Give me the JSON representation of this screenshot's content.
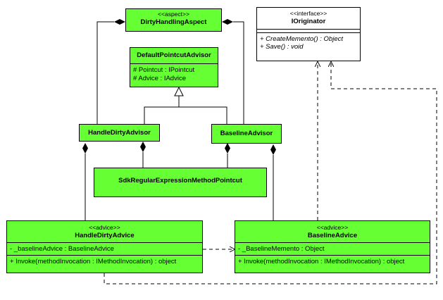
{
  "aspect": {
    "stereotype": "<<aspect>>",
    "name": "DirtyHandlingAspect"
  },
  "ioriginator": {
    "stereotype": "<<interface>>",
    "name": "IOriginator",
    "ops": [
      "+ CreateMemento() : Object",
      "+ Save() : void"
    ]
  },
  "default_advisor": {
    "name": "DefaultPointcutAdvisor",
    "attrs": [
      "# Pointcut : IPointcut",
      "# Advice : IAdvice"
    ]
  },
  "handle_dirty_advisor": {
    "name": "HandleDirtyAdvisor"
  },
  "baseline_advisor": {
    "name": "BaselineAdvisor"
  },
  "pointcut": {
    "name": "SdkRegularExpressionMethodPointcut"
  },
  "handle_dirty_advice": {
    "stereotype": "<<advice>>",
    "name": "HandleDirtyAdvice",
    "attrs": [
      "- _baselineAdvice : BaselineAdvice"
    ],
    "ops": [
      "+ Invoke(methodInvocation : IMethodInvocation) : object"
    ]
  },
  "baseline_advice": {
    "stereotype": "<<advice>>",
    "name": "BaselineAdvice",
    "attrs": [
      "- _BaselineMemento : Object"
    ],
    "ops": [
      "+ Invoke(methodInvocation : IMethodInvocation) : object"
    ]
  },
  "colors": {
    "class_fill": "#66ff33",
    "interface_fill": "#ffffff",
    "line": "#000000"
  }
}
